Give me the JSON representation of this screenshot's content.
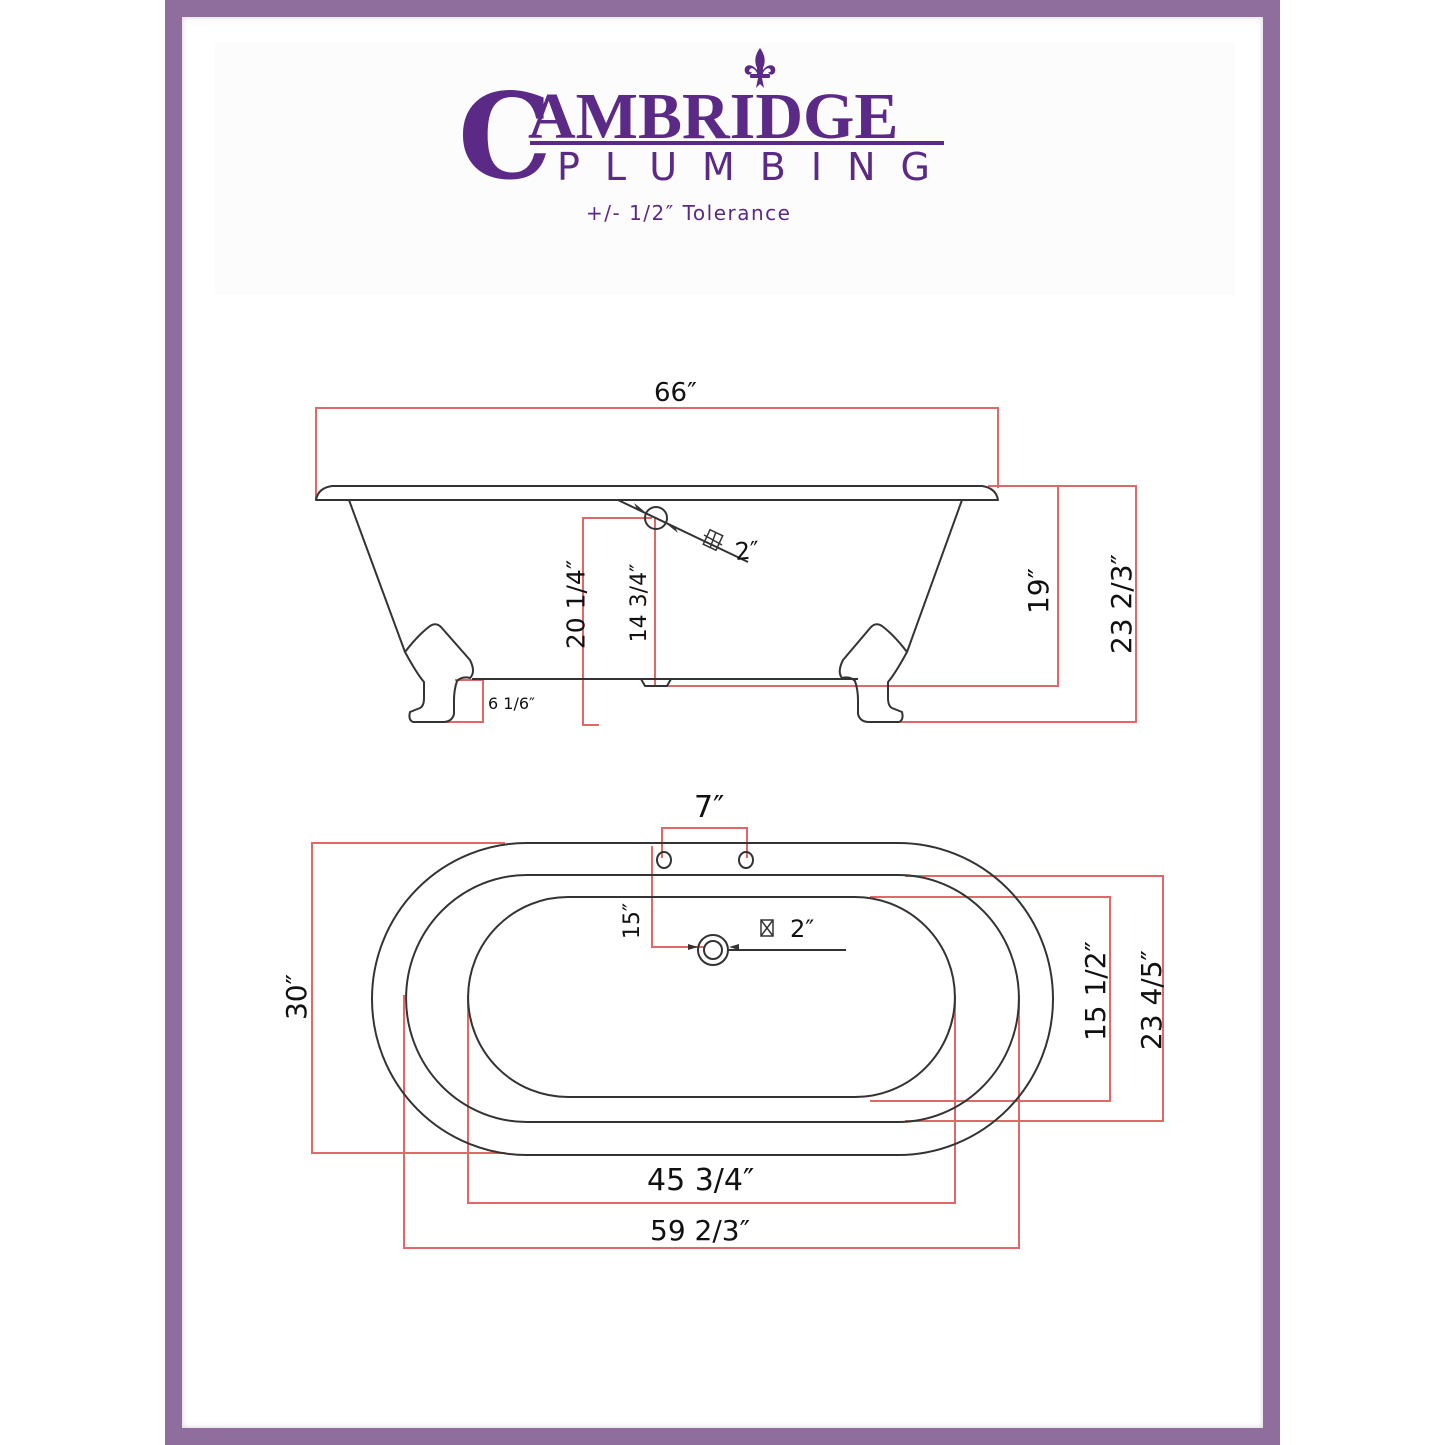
{
  "brand": {
    "logo_initial": "C",
    "logo_word": "AMBRIDGE",
    "logo_subtitle": "PLUMBING",
    "tolerance_note": "+/- 1/2″ Tolerance",
    "brand_color": "#5b2a86",
    "frame_color": "#8f6e9e",
    "icon": "fleur-de-lis-icon"
  },
  "side_view": {
    "overall_length": "66″",
    "overflow_diameter": "2″",
    "height_to_overflow_from_floor": "20 1/4″",
    "overflow_height_from_tub_bottom": "14 3/4″",
    "tub_body_height": "19″",
    "overall_height": "23 2/3″",
    "foot_height": "6 1/6″",
    "overflow_symbol": "⊠"
  },
  "top_view": {
    "faucet_spacing": "7″",
    "faucet_to_drain": "15″",
    "drain_diameter": "2″",
    "overall_width": "30″",
    "interior_bottom_width": "15 1/2″",
    "interior_top_width": "23 4/5″",
    "interior_bottom_length": "45 3/4″",
    "interior_top_length": "59 2/3″",
    "drain_symbol": "⊠"
  },
  "colors": {
    "dimension_line": "#e06868",
    "outline": "#333333"
  }
}
